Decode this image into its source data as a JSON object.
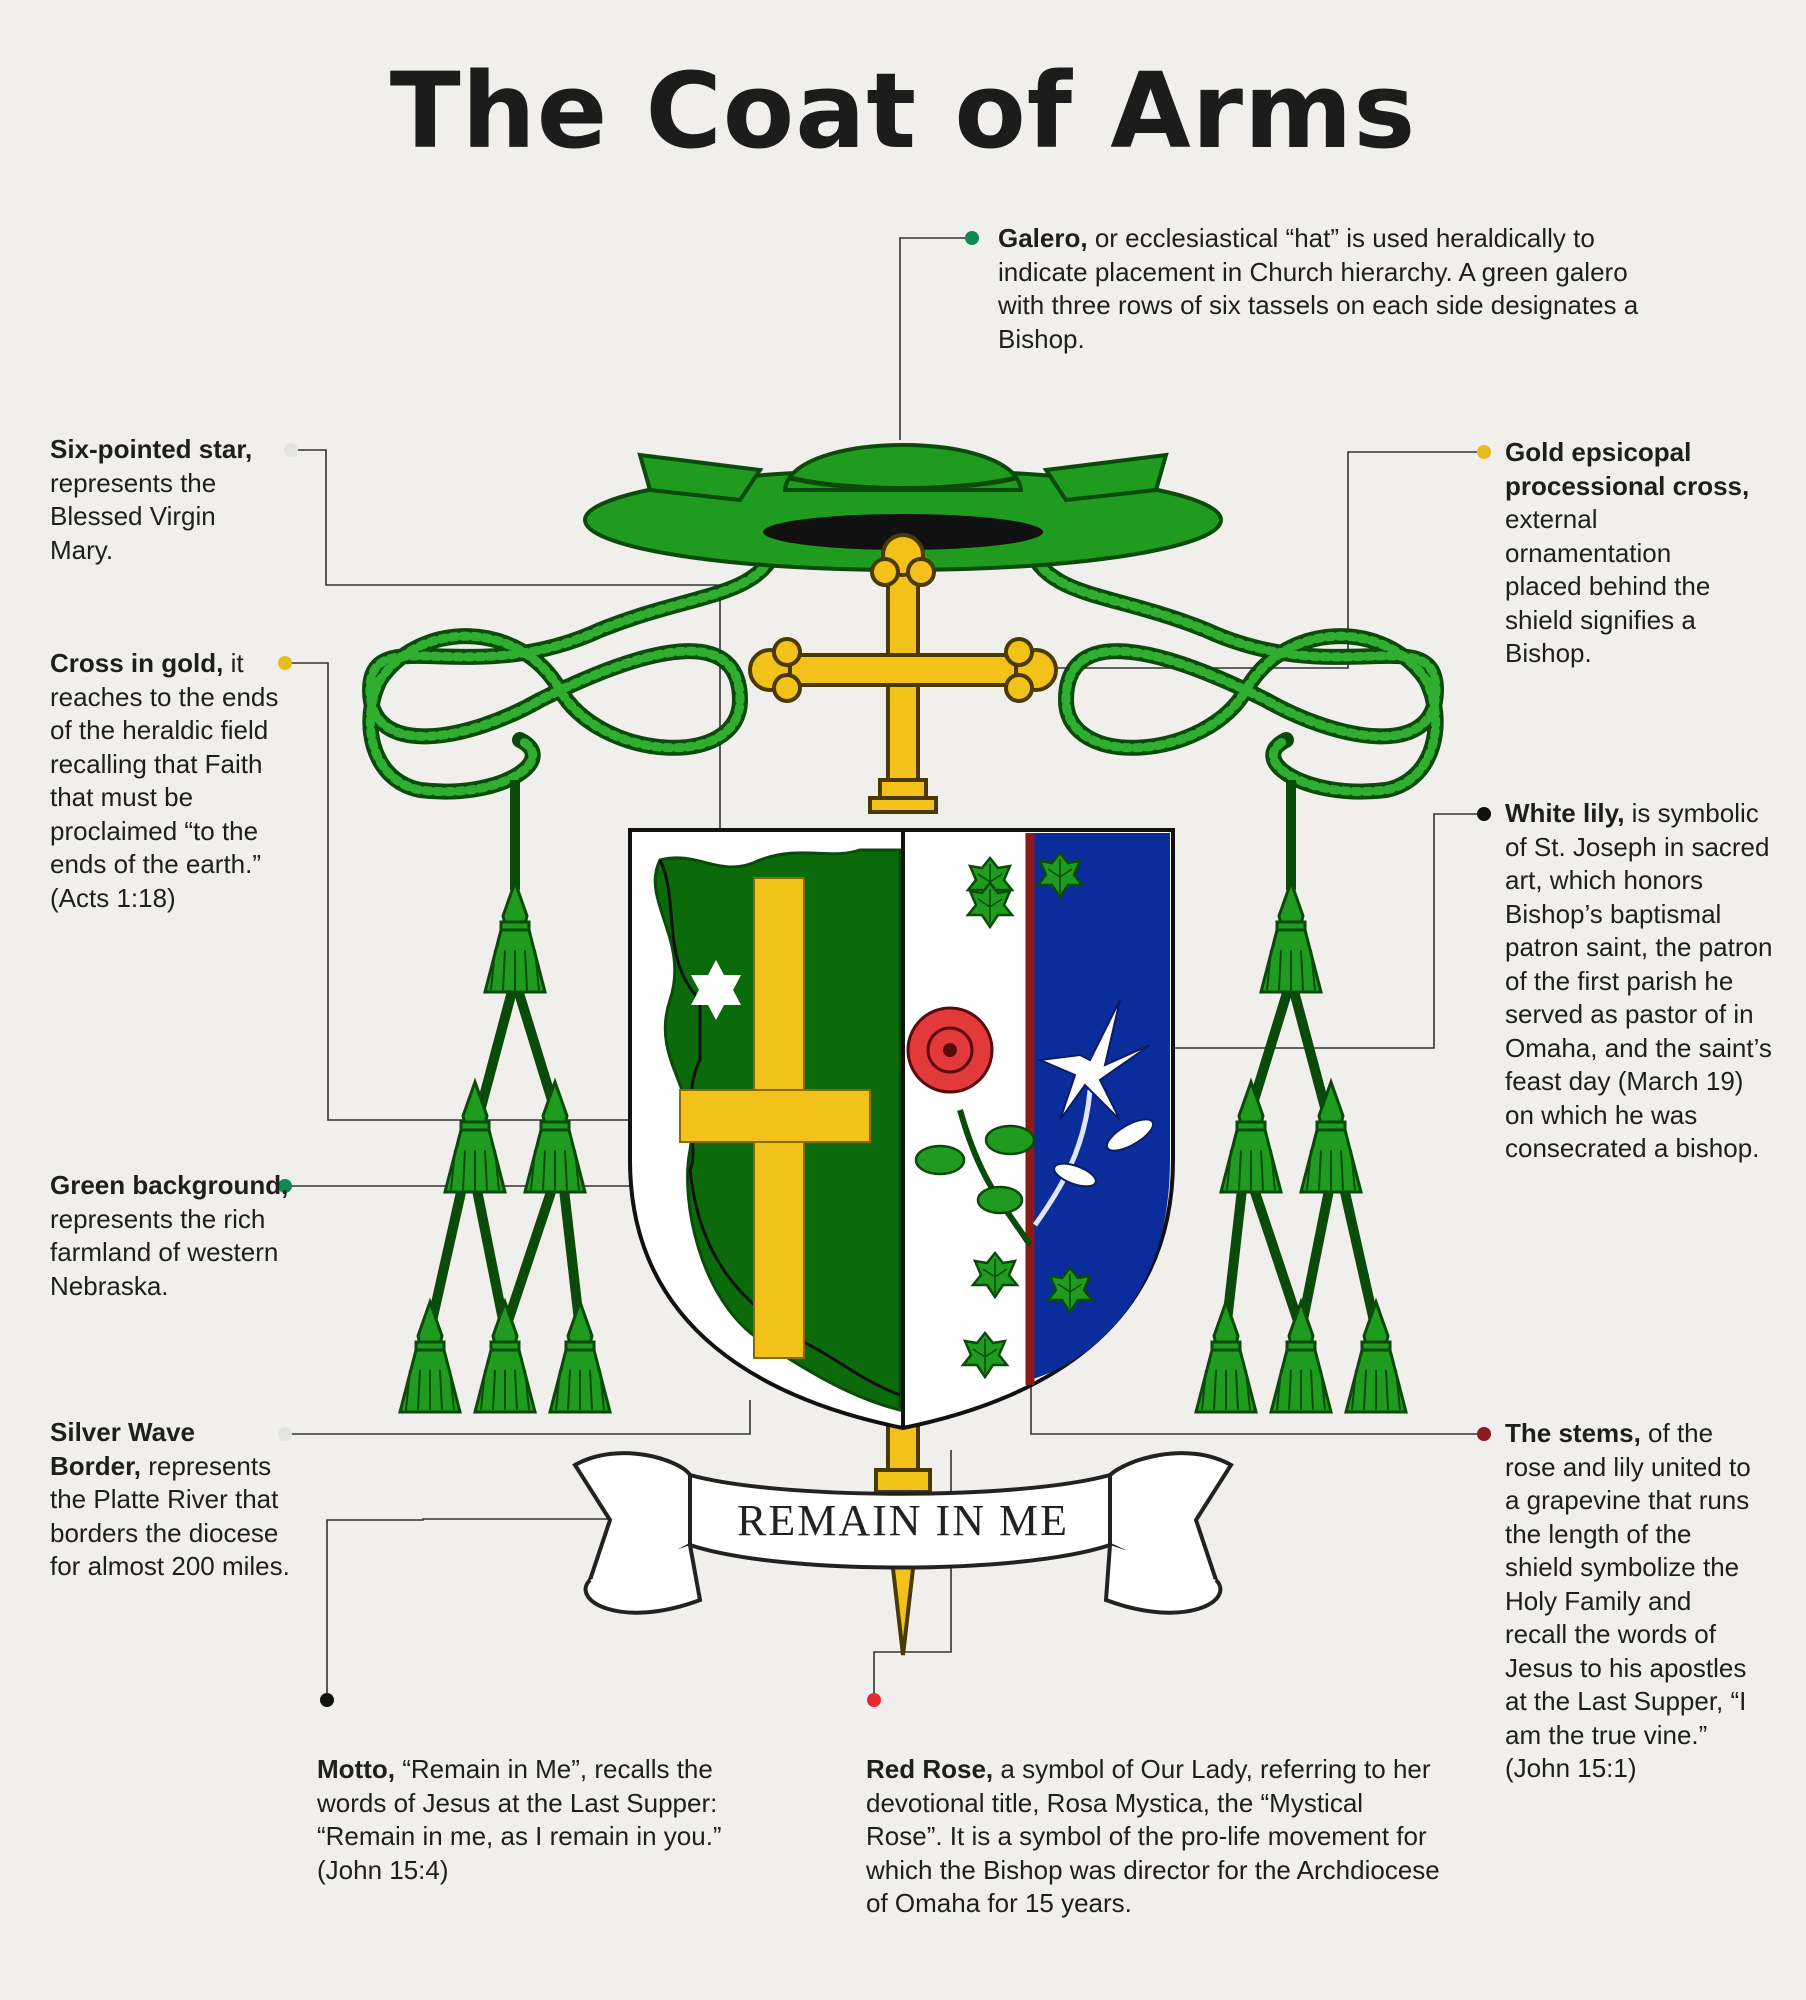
{
  "title": "The Coat of Arms",
  "motto_ribbon": "REMAIN IN ME",
  "colors": {
    "background": "#f0efeb",
    "galero_green": "#1f9c1f",
    "field_green": "#0b6b0b",
    "gold": "#f2c21a",
    "blue": "#0b2d9c",
    "rose_red": "#e23a3a",
    "stem_red": "#8b1a1a"
  },
  "labels": [
    {
      "id": "galero",
      "dot": "#0f8a52",
      "heading": "Galero,",
      "text": " or ecclesiastical “hat” is used heraldically to indicate placement in Church hierarchy. A green galero with three rows of six tassels on each side designates a Bishop."
    },
    {
      "id": "star",
      "dot": "#e3e3e3",
      "heading": "Six-pointed star,",
      "text": " represents the Blessed Virgin Mary."
    },
    {
      "id": "cross_gold",
      "dot": "#e6bd1f",
      "heading": "Cross in gold,",
      "text": " it reaches to the ends of the heraldic field recalling that Faith that must be proclaimed “to the ends of the earth.” (Acts 1:18)"
    },
    {
      "id": "green_bg",
      "dot": "#0f8a52",
      "heading": "Green background,",
      "text": " represents the rich farmland of western Nebraska."
    },
    {
      "id": "wave",
      "dot": "#e3e3e3",
      "heading": "Silver Wave Border,",
      "text": " represents the Platte River that borders the diocese for almost 200 miles."
    },
    {
      "id": "motto",
      "dot": "#111111",
      "heading": "Motto,",
      "text": " “Remain in Me”, recalls the words of Jesus at the Last Supper: “Remain in me, as I remain in you.” (John 15:4)"
    },
    {
      "id": "rose",
      "dot": "#e8282f",
      "heading": "Red Rose,",
      "text": " a symbol of Our Lady, referring to her devotional title, Rosa Mystica, the “Mystical Rose”. It is a symbol of the pro-life movement for which the Bishop was director for the Archdiocese of Omaha for 15 years."
    },
    {
      "id": "cross_proc",
      "dot": "#e6bd1f",
      "heading": "Gold epsicopal processional cross,",
      "text": " external ornamentation placed behind the shield signifies a Bishop."
    },
    {
      "id": "lily",
      "dot": "#111111",
      "heading": "White lily,",
      "text": " is symbolic of St. Joseph in sacred art, which honors Bishop’s baptismal patron saint, the patron of the first parish he served as pastor of in Omaha, and the saint’s feast day (March 19) on which he was consecrated a bishop."
    },
    {
      "id": "stems",
      "dot": "#8e1a22",
      "heading": "The stems,",
      "text": " of the rose and lily united to a grapevine that runs the length of the shield symbolize the Holy Family and recall the words of Jesus to his apostles at the Last Supper, “I am the true vine.” (John 15:1)"
    }
  ]
}
